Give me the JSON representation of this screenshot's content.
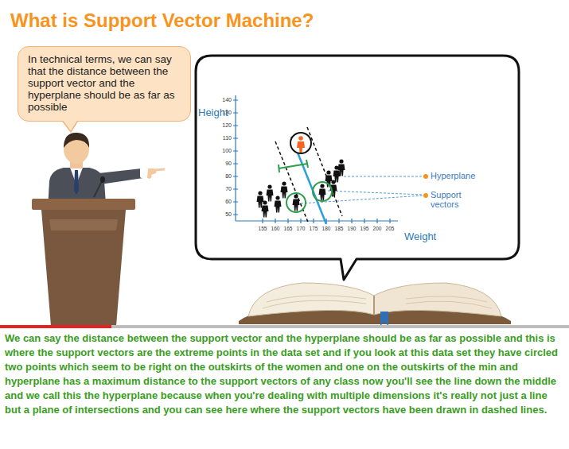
{
  "diagram": {
    "title": "What is Support Vector Machine?",
    "caption": "We can say the distance between the support vector and the hyperplane should be as far as possible and this is where the support vectors are the extreme points in the data set and if you look at this data set they have circled two points which seem to be right on the outskirts of the women and one on the outskirts of the min and hyperplane has a maximum distance to the support vectors of any class now you'll see the line down the middle and we call this the hyperplane because when you're dealing with multiple dimensions it's really not just a line but a plane of intersections and you can see here where the support vectors have been drawn in dashed lines.",
    "nodes": [
      {
        "text": [
          "In technical terms, we can say that the distance between the support vector and the hyperplane should be as far as possible"
        ]
      }
    ],
    "labels": [
      "Height",
      "140",
      "130",
      "120",
      "110",
      "100",
      "90",
      "80",
      "70",
      "60",
      "50",
      "155",
      "160",
      "165",
      "170",
      "175",
      "180",
      "185",
      "190",
      "195",
      "200",
      "205",
      "Weight",
      "Hyperplane",
      "Support vectors"
    ]
  }
}
